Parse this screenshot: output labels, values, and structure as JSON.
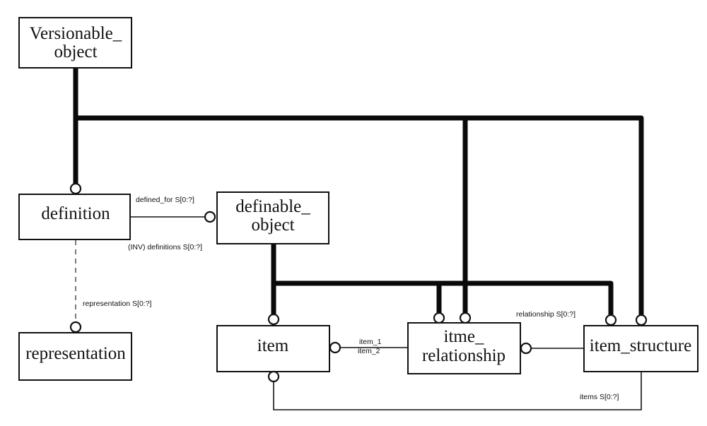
{
  "diagram": {
    "type": "EXPRESS-G schema diagram",
    "entities": {
      "versionable_object": {
        "line1": "Versionable_",
        "line2": "object"
      },
      "definition": {
        "label": "definition"
      },
      "definable_object": {
        "line1": "definable_",
        "line2": "object"
      },
      "representation": {
        "label": "representation"
      },
      "item": {
        "label": "item"
      },
      "itme_relationship": {
        "line1": "itme_",
        "line2": "relationship"
      },
      "item_structure": {
        "label": "item_structure"
      }
    },
    "relationships": {
      "defined_for": "defined_for  S[0:?]",
      "inv_definitions": "(INV) definitions  S[0:?]",
      "representation": "representation  S[0:?]",
      "item_1": "item_1",
      "item_2": "item_2",
      "relationship": "relationship  S[0:?]",
      "items": "items  S[0:?]"
    },
    "subtype_links": [
      {
        "from": "Versionable_object",
        "to": "definition"
      },
      {
        "from": "Versionable_object",
        "to": "itme_relationship"
      },
      {
        "from": "Versionable_object",
        "to": "item_structure"
      },
      {
        "from": "definable_object",
        "to": "item"
      },
      {
        "from": "definable_object",
        "to": "itme_relationship"
      },
      {
        "from": "definable_object",
        "to": "item_structure"
      }
    ],
    "colors": {
      "line": "#0a0a0a",
      "background": "#ffffff"
    }
  }
}
